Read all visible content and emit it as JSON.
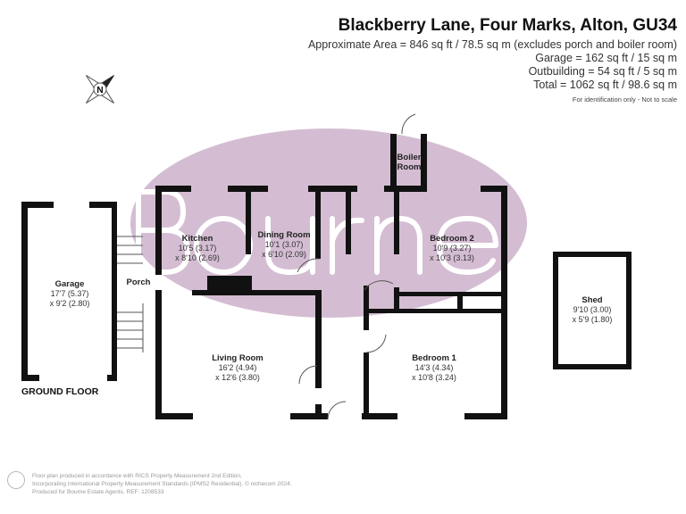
{
  "header": {
    "title": "Blackberry Lane, Four Marks, Alton, GU34",
    "lines": [
      "Approximate Area = 846 sq ft / 78.5 sq m (excludes porch and boiler room)",
      "Garage = 162 sq ft / 15 sq m",
      "Outbuilding = 54 sq ft / 5 sq m",
      "Total = 1062 sq ft / 98.6 sq m"
    ],
    "note": "For identification only - Not to scale"
  },
  "watermark": "Bourne",
  "colors": {
    "wall": "#111111",
    "watermark": "#d4bdd2"
  },
  "rooms": {
    "kitchen": {
      "name": "Kitchen",
      "dim1": "10'5 (3.17)",
      "dim2": "x 8'10 (2.69)"
    },
    "dining": {
      "name": "Dining Room",
      "dim1": "10'1 (3.07)",
      "dim2": "x 6'10 (2.09)"
    },
    "bedroom2": {
      "name": "Bedroom 2",
      "dim1": "10'9 (3.27)",
      "dim2": "x 10'3 (3.13)"
    },
    "boiler": {
      "name1": "Boiler",
      "name2": "Room"
    },
    "living": {
      "name": "Living Room",
      "dim1": "16'2 (4.94)",
      "dim2": "x 12'6 (3.80)"
    },
    "bedroom1": {
      "name": "Bedroom 1",
      "dim1": "14'3 (4.34)",
      "dim2": "x 10'8 (3.24)"
    },
    "garage": {
      "name": "Garage",
      "dim1": "17'7 (5.37)",
      "dim2": "x 9'2 (2.80)"
    },
    "porch": {
      "name": "Porch"
    },
    "shed": {
      "name": "Shed",
      "dim1": "9'10 (3.00)",
      "dim2": "x 5'9 (1.80)"
    }
  },
  "floor_label": "GROUND FLOOR",
  "compass_label": "N",
  "footer": {
    "lines": [
      "Floor plan produced in accordance with RICS Property Measurement 2nd Edition,",
      "Incorporating International Property Measurement Standards (IPMS2 Residential).   © nichecom 2024.",
      "Produced for Bourne Estate Agents.   REF:  1208533"
    ]
  }
}
